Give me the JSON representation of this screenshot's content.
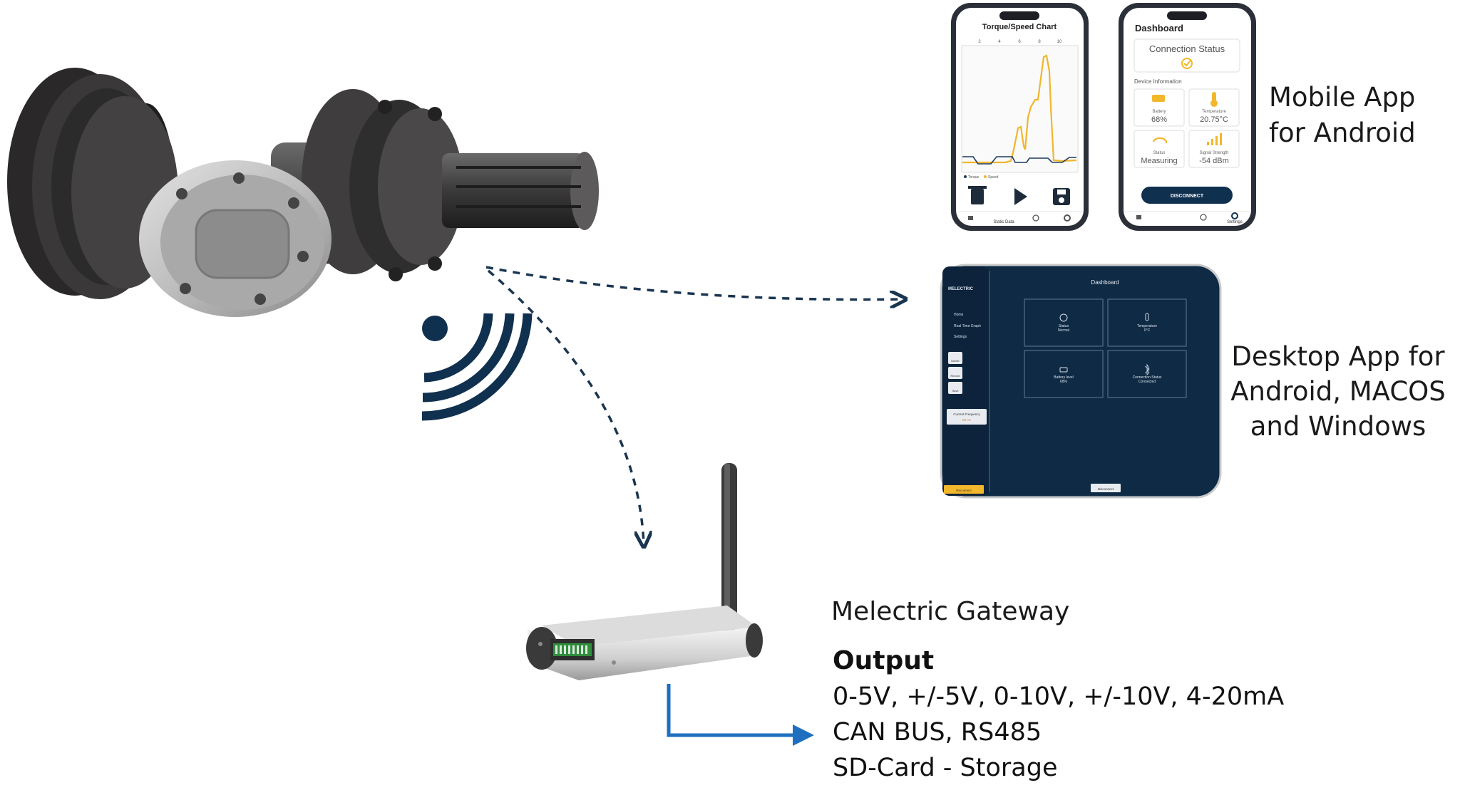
{
  "captions": {
    "mobile": [
      "Mobile App",
      "for Android"
    ],
    "desktop": [
      "Desktop App for",
      "Android, MACOS",
      "and Windows"
    ],
    "gateway": "Melectric Gateway"
  },
  "output": {
    "heading": "Output",
    "lines": [
      "0-5V, +/-5V, 0-10V, +/-10V, 4-20mA",
      "CAN BUS, RS485",
      "SD-Card - Storage"
    ]
  },
  "phone_chart": {
    "title": "Torque/Speed Chart",
    "ticks": [
      "2",
      "4",
      "6",
      "8",
      "10"
    ],
    "legend": [
      "Torque",
      "Speed"
    ],
    "nav": [
      "Static Data"
    ]
  },
  "phone_dashboard": {
    "title": "Dashboard",
    "connection_status": "Connection Status",
    "device_info": "Device Information",
    "tiles": [
      {
        "label": "Battery",
        "value": "68%"
      },
      {
        "label": "Temperature",
        "value": "20.75°C"
      },
      {
        "label": "Status",
        "value": "Measuring"
      },
      {
        "label": "Signal Strength",
        "value": "-54 dBm"
      }
    ],
    "button": "DISCONNECT",
    "nav": [
      "Settings"
    ]
  },
  "desktop_app": {
    "title": "Dashboard",
    "brand": "MELECTRIC",
    "menu": [
      "Home",
      "Real Time Graph",
      "Settings"
    ],
    "actions": [
      "Delete",
      "Record",
      "Save"
    ],
    "frequency_label": "Current Frequency",
    "frequency_value": "50 Hz",
    "tiles": [
      {
        "label": "Status",
        "value": "Normal"
      },
      {
        "label": "Temperature",
        "value": "0°C"
      },
      {
        "label": "Battery level",
        "value": "68%"
      },
      {
        "label": "Connection Status",
        "value": "Connected"
      }
    ],
    "disconnect": "Disconnect",
    "bottom_button": "Reconnect"
  },
  "colors": {
    "navy": "#10304f",
    "arrow": "#1a3550",
    "gateway_arrow": "#1e6fbf",
    "chart_line": "#f0b62d",
    "accent": "#f3b72b"
  }
}
